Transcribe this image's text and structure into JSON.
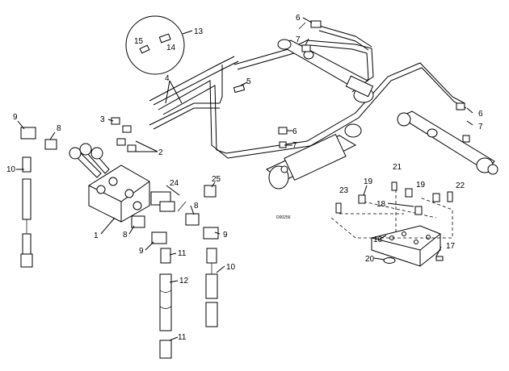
{
  "drawing": {
    "reference_code": "D00256",
    "callouts": [
      {
        "id": "c1",
        "text": "1"
      },
      {
        "id": "c2",
        "text": "2"
      },
      {
        "id": "c3",
        "text": "3"
      },
      {
        "id": "c4",
        "text": "4"
      },
      {
        "id": "c5",
        "text": "5"
      },
      {
        "id": "c6a",
        "text": "6"
      },
      {
        "id": "c6b",
        "text": "6"
      },
      {
        "id": "c6c",
        "text": "6"
      },
      {
        "id": "c7a",
        "text": "7"
      },
      {
        "id": "c7b",
        "text": "7"
      },
      {
        "id": "c7c",
        "text": "7"
      },
      {
        "id": "c8a",
        "text": "8"
      },
      {
        "id": "c8b",
        "text": "8"
      },
      {
        "id": "c8c",
        "text": "8"
      },
      {
        "id": "c9a",
        "text": "9"
      },
      {
        "id": "c9b",
        "text": "9"
      },
      {
        "id": "c9c",
        "text": "9"
      },
      {
        "id": "c10a",
        "text": "10"
      },
      {
        "id": "c10b",
        "text": "10"
      },
      {
        "id": "c11a",
        "text": "11"
      },
      {
        "id": "c11b",
        "text": "11"
      },
      {
        "id": "c12",
        "text": "12"
      },
      {
        "id": "c13",
        "text": "13"
      },
      {
        "id": "c14",
        "text": "14"
      },
      {
        "id": "c15",
        "text": "15"
      },
      {
        "id": "c16",
        "text": "16"
      },
      {
        "id": "c17",
        "text": "17"
      },
      {
        "id": "c18",
        "text": "18"
      },
      {
        "id": "c19a",
        "text": "19"
      },
      {
        "id": "c19b",
        "text": "19"
      },
      {
        "id": "c20",
        "text": "20"
      },
      {
        "id": "c21",
        "text": "21"
      },
      {
        "id": "c22",
        "text": "22"
      },
      {
        "id": "c23",
        "text": "23"
      },
      {
        "id": "c24",
        "text": "24"
      },
      {
        "id": "c25",
        "text": "25"
      }
    ]
  }
}
